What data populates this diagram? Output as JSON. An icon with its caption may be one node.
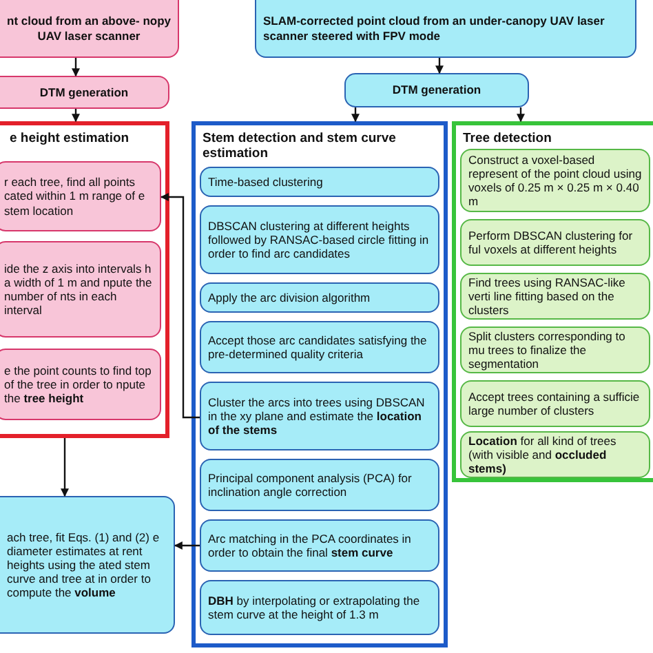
{
  "diagram": {
    "nodes": [
      {
        "text": [
          "nt cloud from an above- nopy UAV laser scanner"
        ]
      },
      {
        "text": [
          "SLAM-corrected point cloud from an under-canopy UAV laser scanner steered with FPV mode"
        ]
      },
      {
        "text": [
          "DTM generation"
        ]
      },
      {
        "text": [
          "DTM generation"
        ]
      },
      {
        "text": [
          "e height estimation"
        ]
      },
      {
        "text": [
          "r each tree, find all points cated within 1 m range of e stem location"
        ],
        "in": 4
      },
      {
        "text": [
          "ide the z axis into intervals h a width of 1 m and npute the number of nts in each interval"
        ],
        "in": 4
      },
      {
        "text": [
          "e the point counts to find top of the tree in order to npute the **tree height**"
        ],
        "in": 4
      },
      {
        "text": [
          "Stem detection and stem curve estimation"
        ]
      },
      {
        "text": [
          "Time-based clustering"
        ],
        "in": 8
      },
      {
        "text": [
          "DBSCAN clustering at different heights followed by RANSAC-based circle fitting in order to find arc candidates"
        ],
        "in": 8
      },
      {
        "text": [
          "Apply the arc division algorithm"
        ],
        "in": 8
      },
      {
        "text": [
          "Accept those arc candidates satisfying the pre-determined quality criteria"
        ],
        "in": 8
      },
      {
        "text": [
          "Cluster the arcs into trees using DBSCAN in the xy plane and estimate the **location of the stems**"
        ],
        "in": 8
      },
      {
        "text": [
          "Principal component analysis (PCA) for inclination angle correction"
        ],
        "in": 8
      },
      {
        "text": [
          "Arc matching in the PCA coordinates in order to obtain the final **stem curve**"
        ],
        "in": 8
      },
      {
        "text": [
          "**DBH** by interpolating or extrapolating the stem curve at the height of 1.3 m"
        ],
        "in": 8
      },
      {
        "text": [
          "Tree detection"
        ]
      },
      {
        "text": [
          "Construct a voxel-based represent of the point cloud using voxels of 0.25 m × 0.25 m × 0.40 m"
        ],
        "in": 17
      },
      {
        "text": [
          "Perform DBSCAN clustering for ful voxels at different heights"
        ],
        "in": 17
      },
      {
        "text": [
          "Find trees using RANSAC-like verti line fitting based on the clusters"
        ],
        "in": 17
      },
      {
        "text": [
          "Split clusters corresponding to mu trees to finalize the segmentation"
        ],
        "in": 17
      },
      {
        "text": [
          "Accept trees containing a sufficie large number of clusters"
        ],
        "in": 17
      },
      {
        "text": [
          "**Location** for all kind of trees (with visible and **occluded stems)**"
        ],
        "in": 17
      },
      {
        "text": [
          "ach tree, fit Eqs. (1) and (2) e diameter estimates at rent heights using the ated stem curve and tree at in order to compute the **volume**"
        ]
      }
    ],
    "edges": [
      {
        "from": 0,
        "to": 2,
        "arrow": "to"
      },
      {
        "from": 2,
        "to": 4,
        "arrow": "to"
      },
      {
        "from": 1,
        "to": 3,
        "arrow": "to"
      },
      {
        "from": 3,
        "to": 8,
        "arrow": "to"
      },
      {
        "from": 3,
        "to": 17,
        "arrow": "to"
      },
      {
        "from": 4,
        "to": 24,
        "arrow": "to"
      },
      {
        "from": 13,
        "to": 5,
        "arrow": "to"
      },
      {
        "from": 15,
        "to": 24,
        "arrow": "to"
      }
    ]
  }
}
